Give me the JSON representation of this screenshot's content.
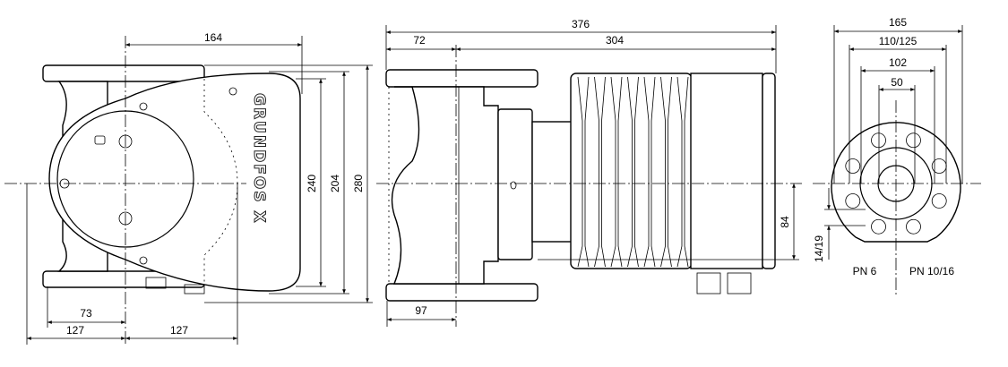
{
  "front_view": {
    "dimensions": {
      "width_right": "164",
      "height_240": "240",
      "height_204": "204",
      "height_280": "280",
      "offset_73": "73",
      "left_127": "127",
      "right_127": "127"
    },
    "logo": "GRUNDFOS X"
  },
  "side_view": {
    "dimensions": {
      "overall": "376",
      "port_offset": "72",
      "motor_length": "304",
      "axis_height": "84",
      "base": "97"
    }
  },
  "flange_view": {
    "dimensions": {
      "outer": "165",
      "bolt_circle": "110/125",
      "raised_face": "102",
      "bore": "50",
      "hole": "14/19"
    },
    "labels": {
      "left": "PN 6",
      "right": "PN 10/16"
    }
  }
}
